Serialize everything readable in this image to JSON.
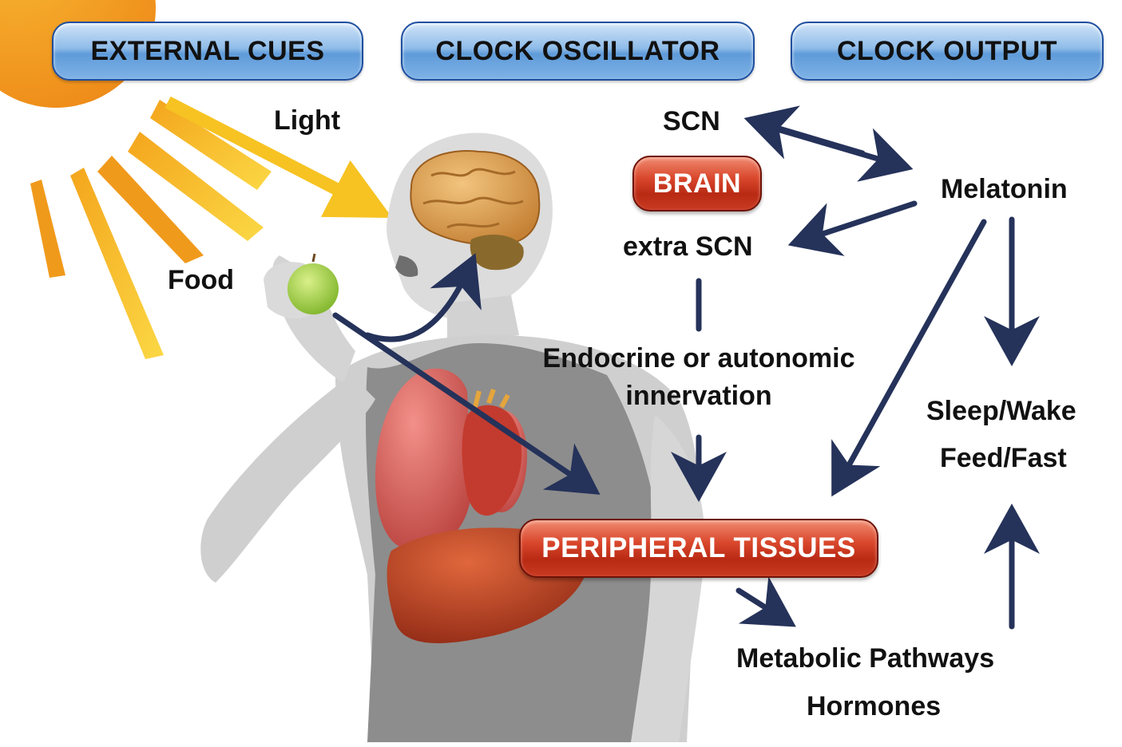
{
  "headers": {
    "external_cues": "EXTERNAL CUES",
    "clock_oscillator": "CLOCK OSCILLATOR",
    "clock_output": "CLOCK OUTPUT"
  },
  "cues": {
    "light": "Light",
    "food": "Food"
  },
  "oscillator": {
    "scn": "SCN",
    "brain": "BRAIN",
    "extra_scn": "extra SCN",
    "innervation_line1": "Endocrine or autonomic",
    "innervation_line2": "innervation",
    "peripheral_tissues": "PERIPHERAL TISSUES"
  },
  "output": {
    "melatonin": "Melatonin",
    "sleep_wake": "Sleep/Wake",
    "feed_fast": "Feed/Fast",
    "metabolic_pathways": "Metabolic Pathways",
    "hormones": "Hormones"
  },
  "colors": {
    "arrow": "#25325a",
    "sun": "#f29a1e",
    "ray_yellow": "#f7c928",
    "header_blue": "#7eb2e6",
    "label_red": "#c93a22"
  }
}
